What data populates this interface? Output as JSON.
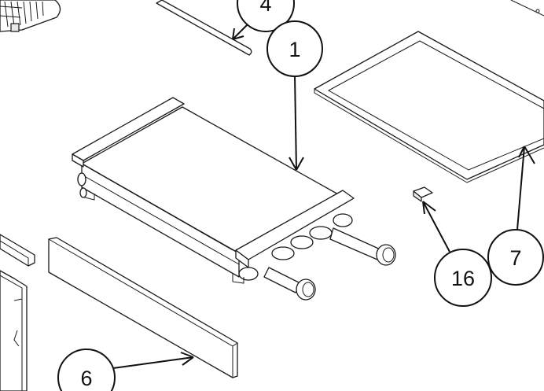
{
  "callouts": [
    {
      "id": "1",
      "label": "1"
    },
    {
      "id": "4",
      "label": "4"
    },
    {
      "id": "6",
      "label": "6"
    },
    {
      "id": "7",
      "label": "7"
    },
    {
      "id": "16",
      "label": "16"
    }
  ],
  "colors": {
    "line": "#1a1a1a",
    "background": "#ffffff"
  }
}
